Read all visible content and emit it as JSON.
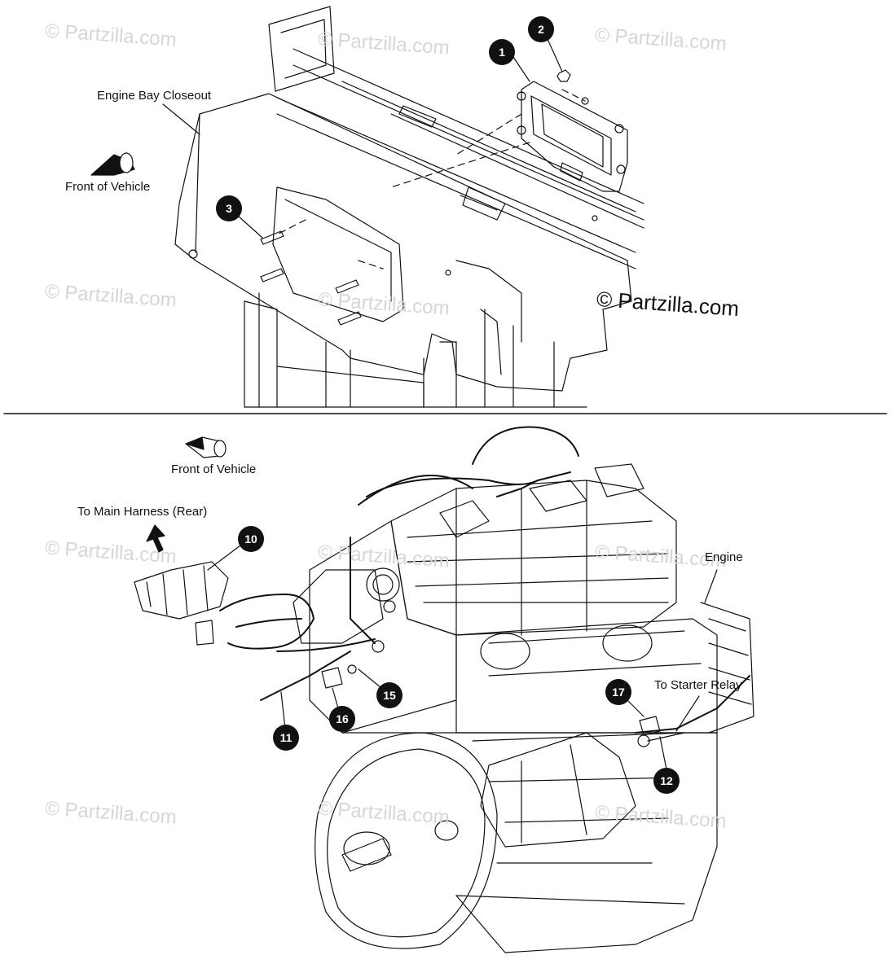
{
  "labels": {
    "engine_bay_closeout": "Engine Bay Closeout",
    "front_of_vehicle_top": "Front of Vehicle",
    "front_of_vehicle_bottom": "Front of Vehicle",
    "to_main_harness": "To Main Harness (Rear)",
    "engine": "Engine",
    "to_starter_relay": "To Starter Relay"
  },
  "copyright": "© Partzilla.com",
  "watermark": "© Partzilla.com",
  "callouts": [
    "1",
    "2",
    "3",
    "10",
    "11",
    "12",
    "15",
    "16",
    "17"
  ],
  "colors": {
    "line": "#111111",
    "callout_bg": "#111111",
    "watermark": "#d6d6d6"
  }
}
